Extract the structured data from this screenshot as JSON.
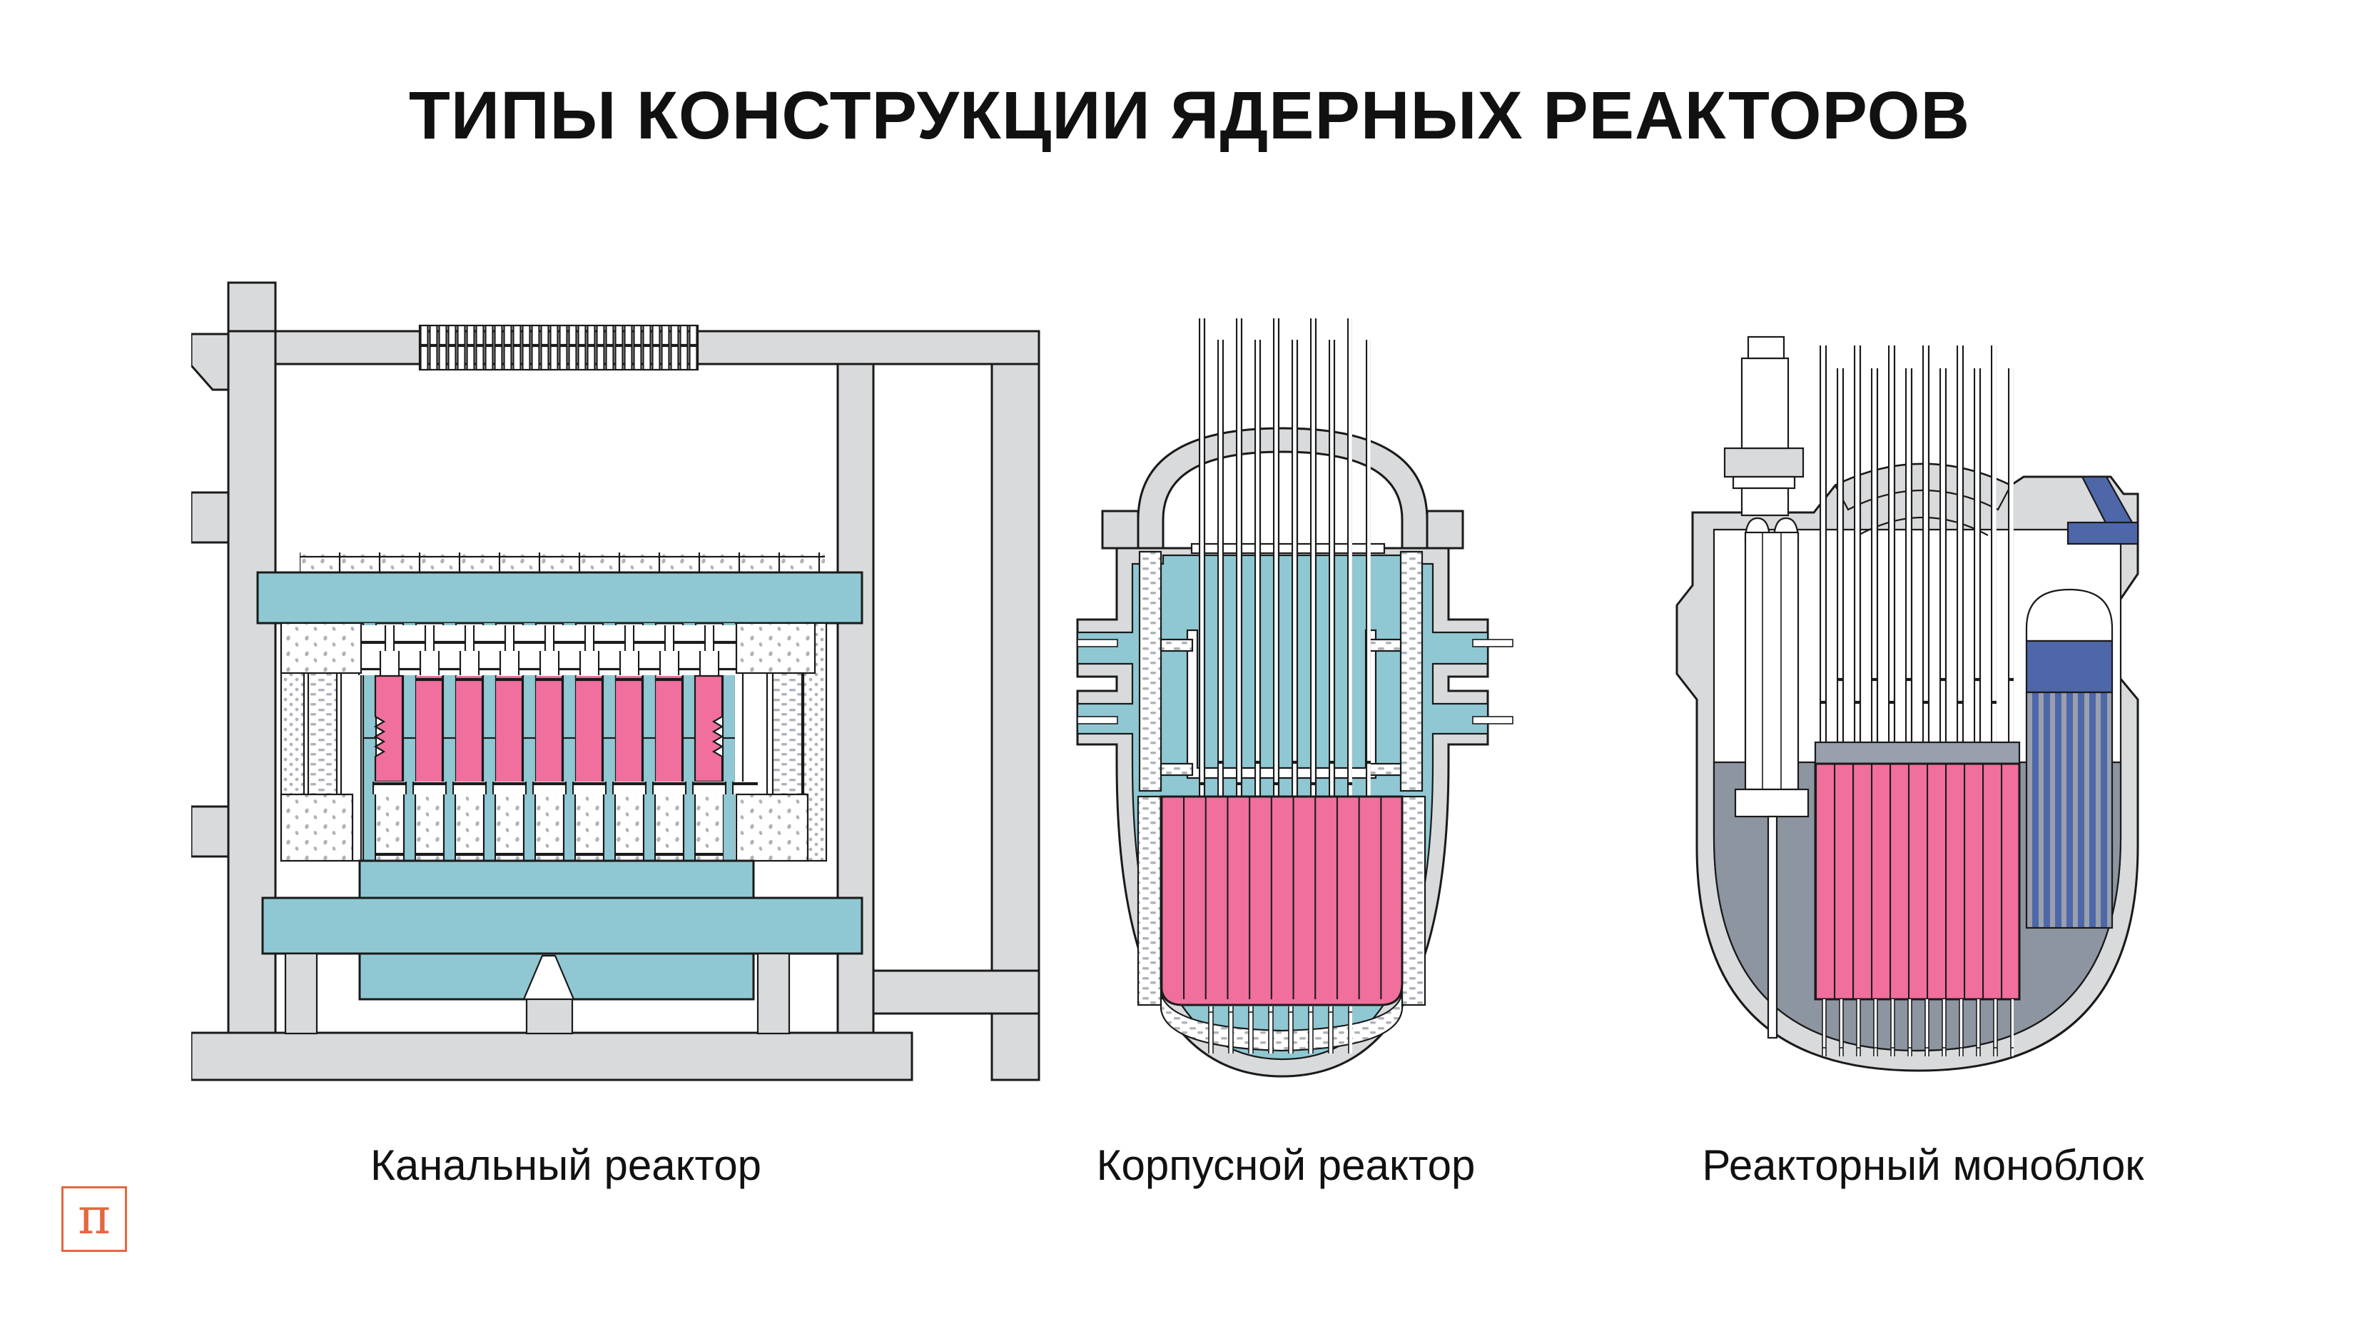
{
  "title": "ТИПЫ КОНСТРУКЦИИ ЯДЕРНЫХ РЕАКТОРОВ",
  "figures": [
    {
      "id": "channel-reactor",
      "label": "Канальный реактор"
    },
    {
      "id": "vessel-reactor",
      "label": "Корпусной реактор"
    },
    {
      "id": "monoblock-reactor",
      "label": "Реакторный моноблок"
    }
  ],
  "logo": {
    "glyph": "π"
  },
  "palette": {
    "paper": "#FFFFFF",
    "outline": "#1A1A1A",
    "concrete": "#D8DADC",
    "coolant": "#8FC8D3",
    "core": "#F06F9D",
    "slate": "#8D95A1",
    "blue": "#4D67A9",
    "bluegray": "#99A0AC",
    "speck": "#AFB3BA",
    "accent": "#E2683F",
    "text": "#111111"
  }
}
